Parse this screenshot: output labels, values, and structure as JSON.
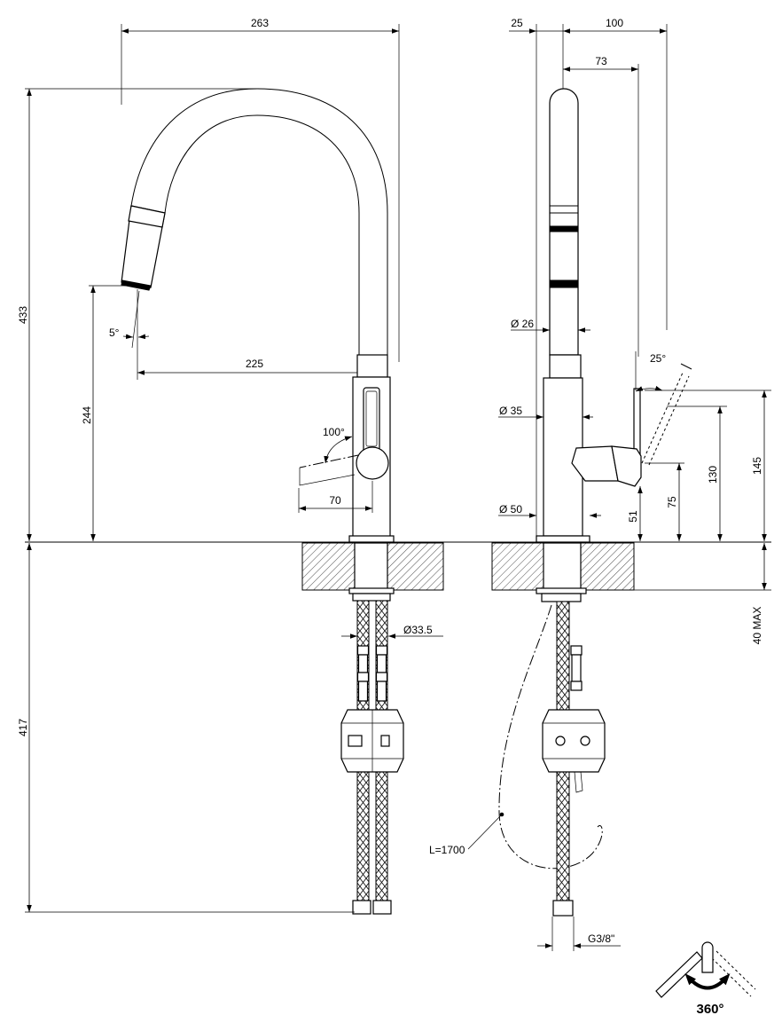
{
  "front_view": {
    "dim_overall_width": "263",
    "dim_overall_height": "433",
    "dim_outlet_height": "244",
    "dim_spout_angle": "5°",
    "dim_reach": "225",
    "dim_lever_rotation": "100°",
    "dim_lever_length": "70",
    "dim_hose_diameter": "Ø33.5",
    "dim_below_counter": "417"
  },
  "side_view": {
    "dim_offset": "25",
    "dim_depth": "100",
    "dim_spout_offset": "73",
    "dim_spout_diameter": "Ø 26",
    "dim_lever_tilt": "25°",
    "dim_body_diameter": "Ø 35",
    "dim_lever_top_height": "145",
    "dim_lever_height": "130",
    "dim_handle_height": "75",
    "dim_handle_base_height": "51",
    "dim_base_diameter": "Ø 50",
    "dim_counter_thickness": "40 MAX",
    "hose_length": "L=1700",
    "connection_thread": "G3/8\""
  },
  "rotation_icon": {
    "label": "360°"
  }
}
